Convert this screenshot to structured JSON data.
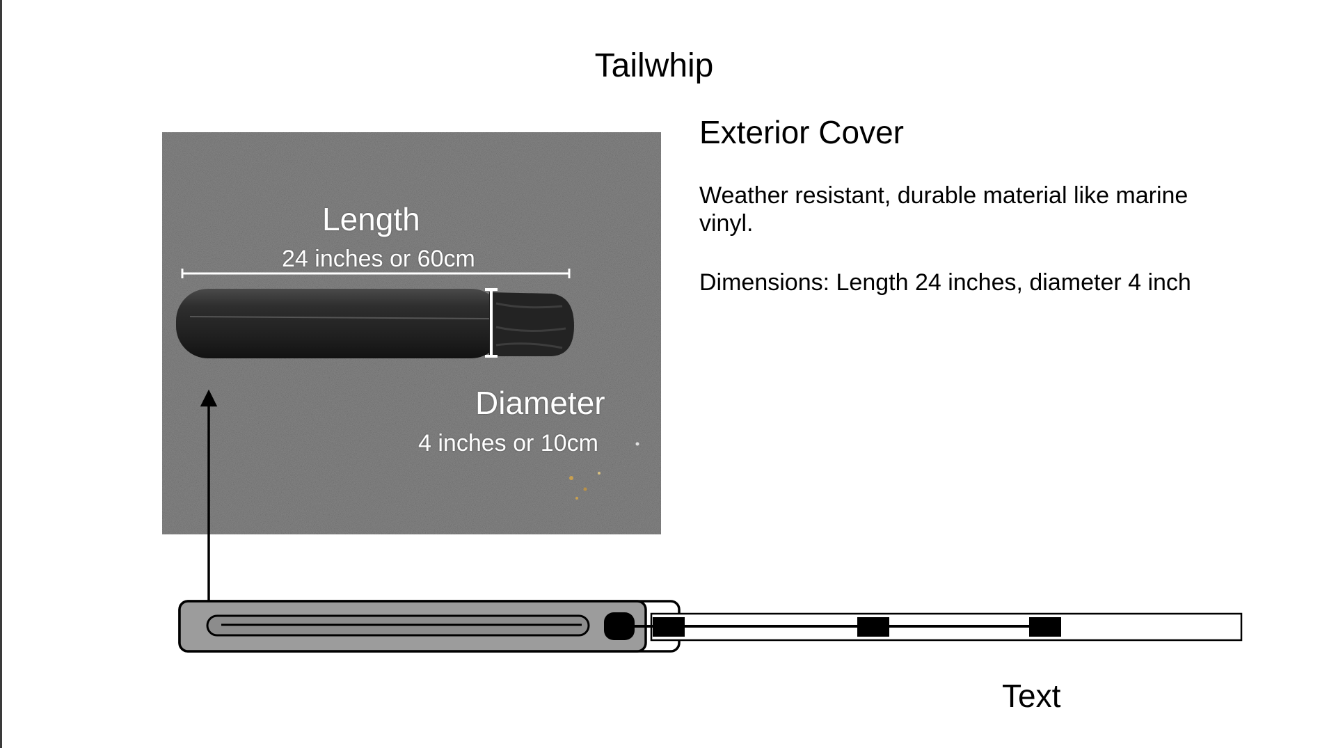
{
  "title": "Tailwhip",
  "photo": {
    "length_label": "Length",
    "length_value": "24 inches or 60cm",
    "diameter_label": "Diameter",
    "diameter_value": "4 inches or 10cm"
  },
  "exterior_cover": {
    "heading": "Exterior Cover",
    "paragraphs": [
      "Weather resistant, durable material like marine vinyl.",
      "Dimensions: Length 24 inches, diameter 4 inch"
    ]
  },
  "diagram": {
    "text_label": "Text"
  },
  "colors": {
    "carpet": "#7a7a7a",
    "cover": "#9c9c9c",
    "outline": "#000000",
    "pad": "#2a2a2a"
  }
}
